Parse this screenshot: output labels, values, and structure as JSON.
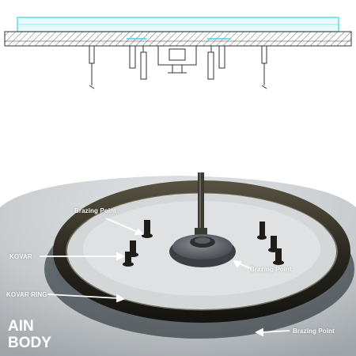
{
  "labels": {
    "brazing_point_top": "Brazing Point",
    "brazing_point_center": "Brazing Point",
    "brazing_point_bottom": "Brazing Point",
    "kovar": "KOVAR",
    "kovar_ring": "KOVAR RING",
    "body_line1": "AIN",
    "body_line2": "BODY"
  },
  "colors": {
    "cross_section_highlight": "#3fd6e0",
    "body_surface": "#c9cdd0",
    "ring": "#2c2a22",
    "label_text": "#ffffff"
  }
}
